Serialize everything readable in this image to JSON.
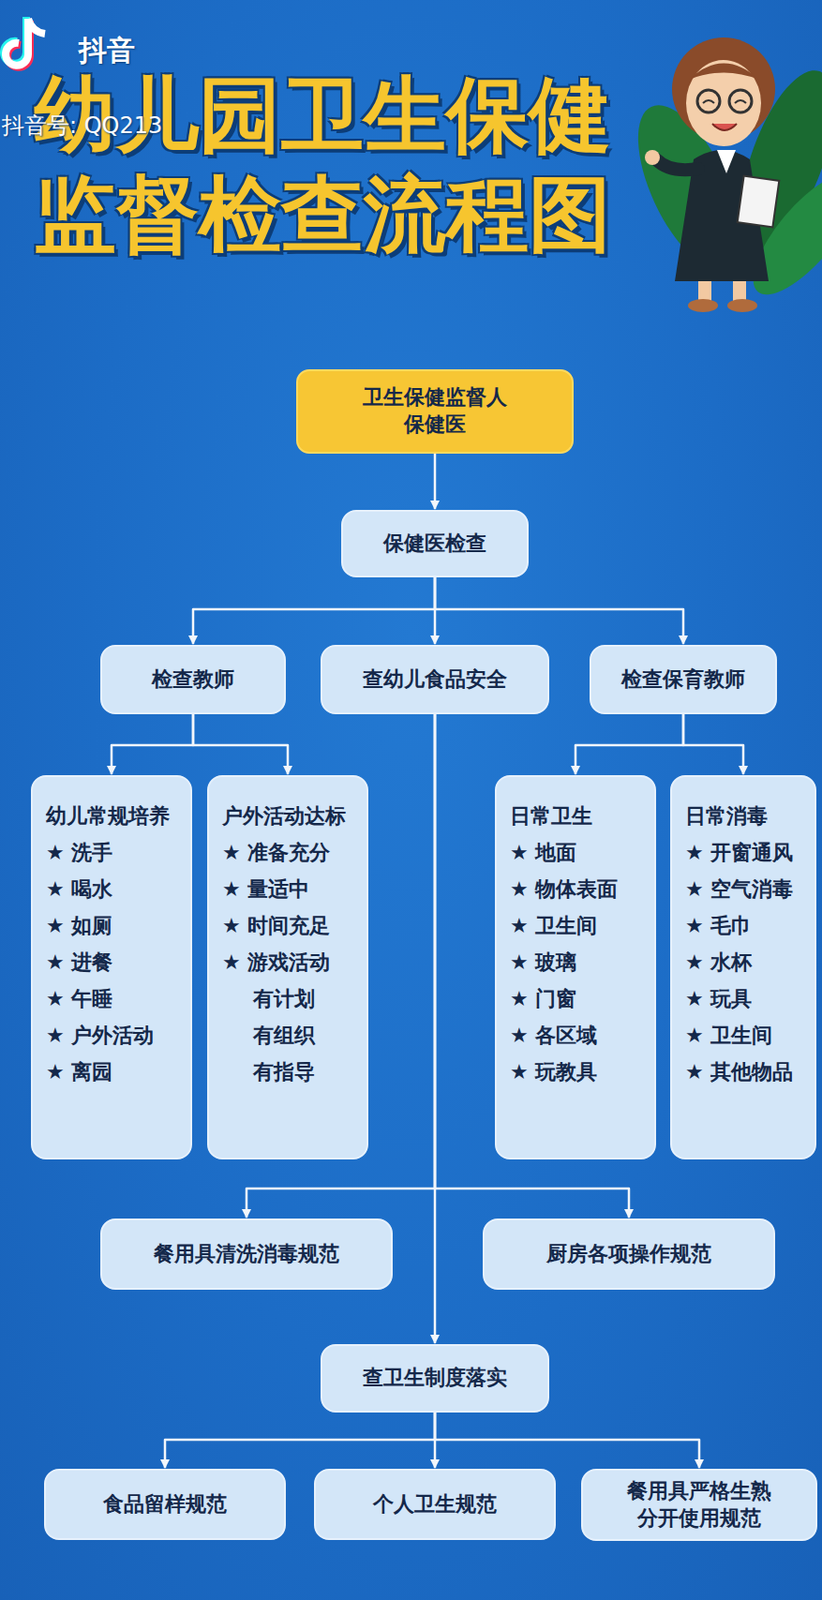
{
  "diagram": {
    "title": "幼儿园卫生保健监督检查流程图",
    "nodes": [
      {
        "text": [
          "卫生保健监督人 保健医"
        ]
      },
      {
        "text": [
          "保健医检查"
        ]
      },
      {
        "text": [
          "检查教师"
        ]
      },
      {
        "text": [
          "查幼儿食品安全"
        ]
      },
      {
        "text": [
          "检查保育教师"
        ]
      },
      {
        "text": [
          "幼儿常规培养",
          "★ 洗手",
          "★ 喝水",
          "★ 如厕",
          "★ 进餐",
          "★ 午睡",
          "★ 户外活动",
          "★ 离园"
        ]
      },
      {
        "text": [
          "户外活动达标",
          "★ 准备充分",
          "★ 量适中",
          "★ 时间充足",
          "★ 游戏活动",
          "有计划",
          "有组织",
          "有指导"
        ]
      },
      {
        "text": [
          "日常卫生",
          "★ 地面",
          "★ 物体表面",
          "★ 卫生间",
          "★ 玻璃",
          "★ 门窗",
          "★ 各区域",
          "★ 玩教具"
        ]
      },
      {
        "text": [
          "日常消毒",
          "★ 开窗通风",
          "★ 空气消毒",
          "★ 毛巾",
          "★ 水杯",
          "★ 玩具",
          "★ 卫生间",
          "★ 其他物品"
        ]
      },
      {
        "text": [
          "餐用具清洗消毒规范"
        ]
      },
      {
        "text": [
          "厨房各项操作规范"
        ]
      },
      {
        "text": [
          "查卫生制度落实"
        ]
      },
      {
        "text": [
          "食品留样规范"
        ]
      },
      {
        "text": [
          "个人卫生规范"
        ]
      },
      {
        "text": [
          "餐用具严格生熟分开使用规范"
        ]
      }
    ],
    "edges": [
      {
        "from": 0,
        "to": 1,
        "arrow": "to"
      },
      {
        "from": 1,
        "to": 2,
        "arrow": "to"
      },
      {
        "from": 1,
        "to": 3,
        "arrow": "to"
      },
      {
        "from": 1,
        "to": 4,
        "arrow": "to"
      },
      {
        "from": 2,
        "to": 5,
        "arrow": "to"
      },
      {
        "from": 2,
        "to": 6,
        "arrow": "to"
      },
      {
        "from": 4,
        "to": 7,
        "arrow": "to"
      },
      {
        "from": 4,
        "to": 8,
        "arrow": "to"
      },
      {
        "from": 3,
        "to": 9,
        "arrow": "to"
      },
      {
        "from": 3,
        "to": 10,
        "arrow": "to"
      },
      {
        "from": 3,
        "to": 11,
        "arrow": "to"
      },
      {
        "from": 11,
        "to": 12,
        "arrow": "to"
      },
      {
        "from": 11,
        "to": 13,
        "arrow": "to"
      },
      {
        "from": 11,
        "to": 14,
        "arrow": "to"
      }
    ],
    "labels": [
      "抖音",
      "抖音号: QQ213"
    ]
  }
}
